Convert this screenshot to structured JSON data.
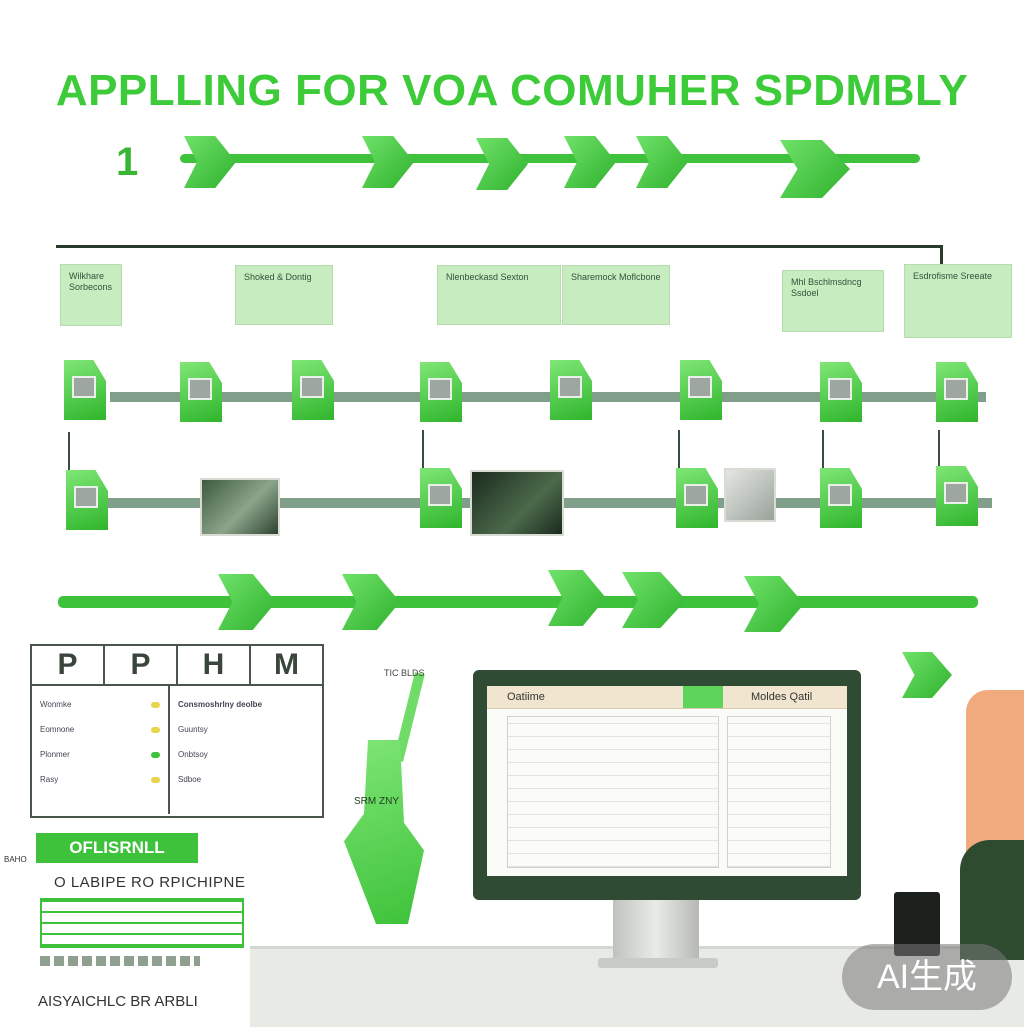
{
  "header": {
    "title": "APPLLING FOR VOA COMUHER SPDMBLY",
    "step": "1"
  },
  "cards": [
    {
      "text": "Wilkhare Sorbecons"
    },
    {
      "text": "Shoked & Dontig"
    },
    {
      "text": "Nlenbeckasd Sexton"
    },
    {
      "text": "Sharemock Moflcbone"
    },
    {
      "text": "Mhl Bschlmsdncg Ssdoel"
    },
    {
      "text": "Esdrofisme Sreeate"
    }
  ],
  "table": {
    "headers": [
      "P",
      "P",
      "H",
      "M"
    ],
    "left_rows": [
      {
        "label": "Wonmke",
        "color": "#e8d44d"
      },
      {
        "label": "Eomnone",
        "color": "#e8d44d"
      },
      {
        "label": "Plonmer",
        "color": "#3fc23b"
      },
      {
        "label": "Rasy",
        "color": "#e8d44d"
      }
    ],
    "right_header": "Consmoshrlny deolbe",
    "right_rows": [
      "Guuntsy",
      "Onbtsoy",
      "Sdboe"
    ]
  },
  "form": {
    "badge": "OFLISRNLL",
    "title": "O LABIPE RO RPICHIPNE",
    "footer": "AISYAICHLC BR ARBLI",
    "side_label": "BAHO"
  },
  "figure": {
    "flag_label": "TIC BLDS",
    "body_label": "SRM ZNY"
  },
  "monitor": {
    "left_tab": "Oatiime",
    "right_tab": "Moldes Qatil"
  },
  "overlay": {
    "label": "AI生成"
  }
}
